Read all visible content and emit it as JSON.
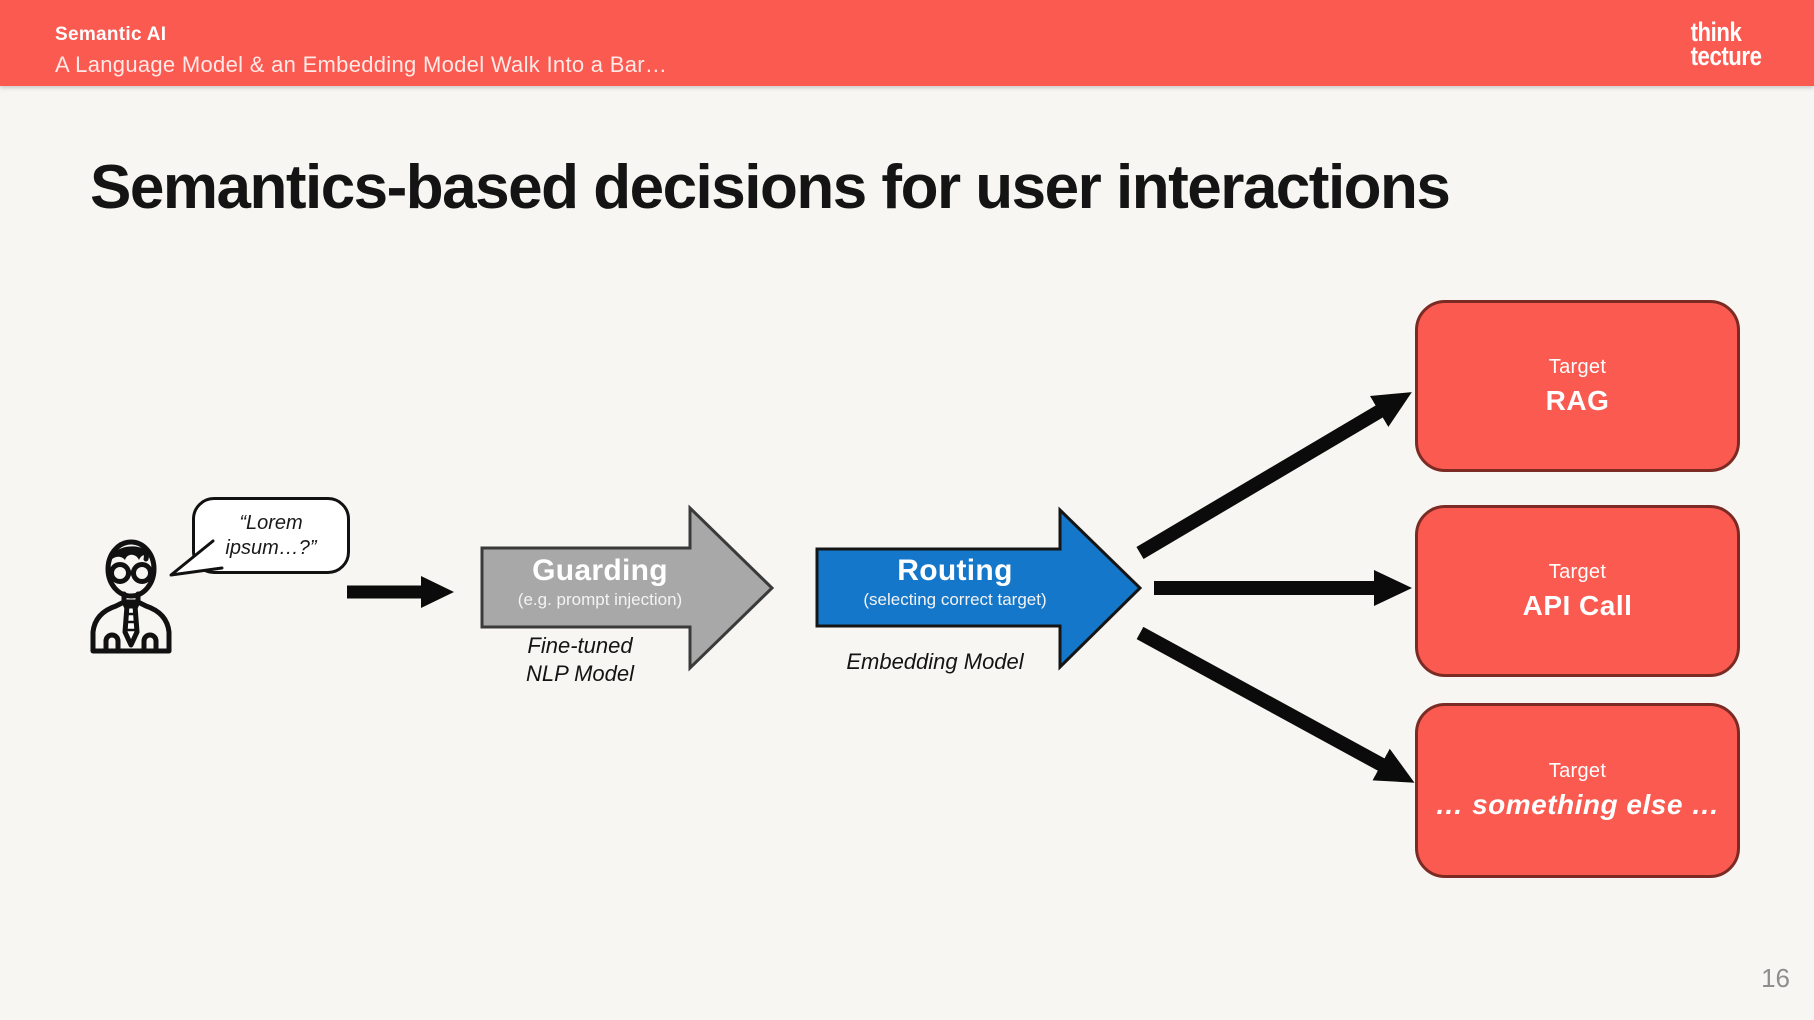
{
  "header": {
    "eyebrow": "Semantic AI",
    "subtitle": "A Language Model & an Embedding Model Walk Into a Bar…",
    "logo_line1": "think",
    "logo_line2": "tecture",
    "bg_color": "#fa5a50"
  },
  "slide": {
    "title": "Semantics-based decisions for user interactions",
    "page_number": "16",
    "background_color": "#f7f6f3"
  },
  "diagram": {
    "user_bubble": {
      "line1": "“Lorem",
      "line2": "ipsum…?”"
    },
    "guarding": {
      "label": "Guarding",
      "sublabel": "(e.g. prompt injection)",
      "caption_line1": "Fine-tuned",
      "caption_line2": "NLP Model",
      "fill_color": "#a8a8a8"
    },
    "routing": {
      "label": "Routing",
      "sublabel": "(selecting correct target)",
      "caption": "Embedding Model",
      "fill_color": "#1577c9"
    },
    "targets": [
      {
        "eyebrow": "Target",
        "label": "RAG"
      },
      {
        "eyebrow": "Target",
        "label": "API Call"
      },
      {
        "eyebrow": "Target",
        "label": "… something else …"
      }
    ],
    "target_fill_color": "#fa5a50",
    "target_border_color": "#7c2b24",
    "arrow_color": "#0b0b0b"
  }
}
